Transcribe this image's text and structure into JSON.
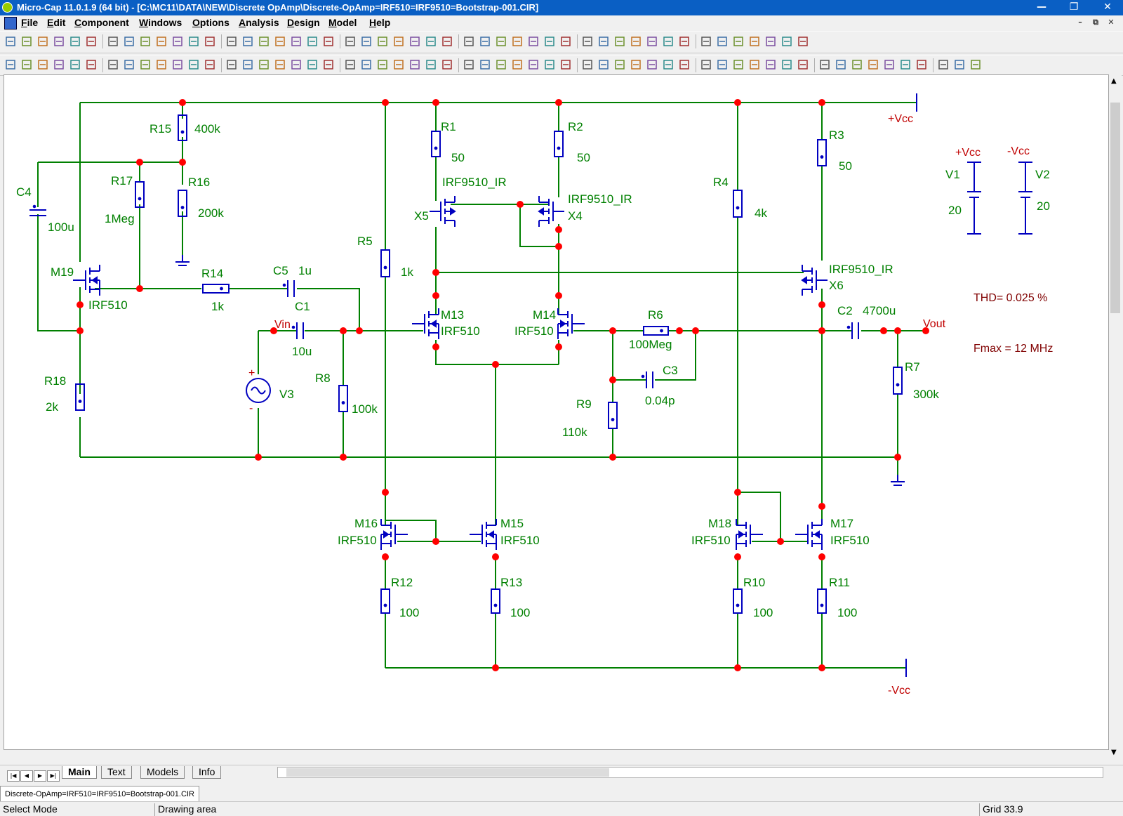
{
  "window": {
    "title": "Micro-Cap 11.0.1.9 (64 bit) - [C:\\MC11\\DATA\\NEW\\Discrete OpAmp\\Discrete-OpAmp=IRF510=IRF9510=Bootstrap-001.CIR]",
    "minimize": "—",
    "maximize": "❐",
    "close": "✕"
  },
  "menu": [
    "File",
    "Edit",
    "Component",
    "Windows",
    "Options",
    "Analysis",
    "Design",
    "Model",
    "Help"
  ],
  "mdi_controls": [
    "–",
    "⧉",
    "✕"
  ],
  "tabs": {
    "nav": [
      "|◀",
      "◀",
      "▶",
      "▶|"
    ],
    "items": [
      "Main",
      "Text",
      "Models",
      "Info"
    ],
    "active": "Main"
  },
  "file_tab": "Discrete-OpAmp=IRF510=IRF9510=Bootstrap-001.CIR",
  "status": {
    "mode": "Select Mode",
    "area": "Drawing area",
    "grid": "Grid 33.9"
  },
  "schematic": {
    "components": [
      {
        "ref": "R15",
        "value": "400k"
      },
      {
        "ref": "R16",
        "value": "200k"
      },
      {
        "ref": "R17",
        "value": "1Meg"
      },
      {
        "ref": "C4",
        "value": "100u"
      },
      {
        "ref": "M19",
        "value": "IRF510"
      },
      {
        "ref": "R14",
        "value": "1k"
      },
      {
        "ref": "C5",
        "value": "1u"
      },
      {
        "ref": "C1",
        "value": "10u"
      },
      {
        "ref": "V3",
        "value": ""
      },
      {
        "ref": "R8",
        "value": "100k"
      },
      {
        "ref": "R18",
        "value": "2k"
      },
      {
        "ref": "R5",
        "value": "1k"
      },
      {
        "ref": "R1",
        "value": "50"
      },
      {
        "ref": "R2",
        "value": "50"
      },
      {
        "ref": "X5",
        "value": "IRF9510_IR"
      },
      {
        "ref": "X4",
        "value": "IRF9510_IR"
      },
      {
        "ref": "M13",
        "value": "IRF510"
      },
      {
        "ref": "M14",
        "value": "IRF510"
      },
      {
        "ref": "R6",
        "value": "100Meg"
      },
      {
        "ref": "C3",
        "value": "0.04p"
      },
      {
        "ref": "R9",
        "value": "110k"
      },
      {
        "ref": "R4",
        "value": "4k"
      },
      {
        "ref": "R3",
        "value": "50"
      },
      {
        "ref": "X6",
        "value": "IRF9510_IR"
      },
      {
        "ref": "C2",
        "value": "4700u"
      },
      {
        "ref": "R7",
        "value": "300k"
      },
      {
        "ref": "M16",
        "value": "IRF510"
      },
      {
        "ref": "M15",
        "value": "IRF510"
      },
      {
        "ref": "M18",
        "value": "IRF510"
      },
      {
        "ref": "M17",
        "value": "IRF510"
      },
      {
        "ref": "R12",
        "value": "100"
      },
      {
        "ref": "R13",
        "value": "100"
      },
      {
        "ref": "R10",
        "value": "100"
      },
      {
        "ref": "R11",
        "value": "100"
      },
      {
        "ref": "V1",
        "value": "20"
      },
      {
        "ref": "V2",
        "value": "20"
      }
    ],
    "nets": {
      "vcc_top": "+Vcc",
      "vcc_bottom": "-Vcc",
      "v1_node": "+Vcc",
      "v2_node": "-Vcc",
      "input": "Vin",
      "output": "Vout"
    },
    "v3_plus": "+",
    "v3_minus": "-",
    "notes": {
      "thd": "THD= 0.025 %",
      "fmax": "Fmax = 12 MHz"
    }
  },
  "colors": {
    "wire": "#008000",
    "component": "#0000c0",
    "node": "#ff0000",
    "net_label": "#c00000",
    "note": "#800000",
    "title_bar": "#0a5fc4"
  }
}
